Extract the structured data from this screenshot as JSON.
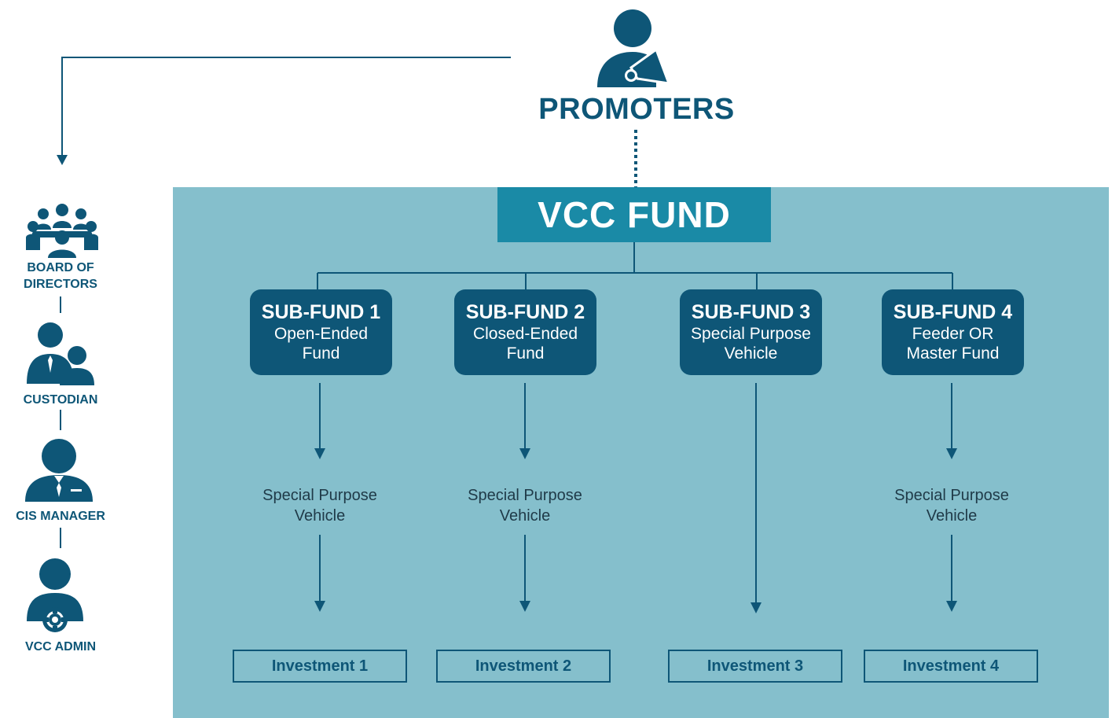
{
  "promoters": {
    "label": "PROMOTERS"
  },
  "vcc_fund": {
    "label": "VCC FUND"
  },
  "sub_funds": [
    {
      "title": "SUB-FUND 1",
      "desc1": "Open-Ended",
      "desc2": "Fund",
      "spv1": "Special Purpose",
      "spv2": "Vehicle",
      "investment": "Investment 1"
    },
    {
      "title": "SUB-FUND 2",
      "desc1": "Closed-Ended",
      "desc2": "Fund",
      "spv1": "Special Purpose",
      "spv2": "Vehicle",
      "investment": "Investment 2"
    },
    {
      "title": "SUB-FUND 3",
      "desc1": "Special Purpose",
      "desc2": "Vehicle",
      "investment": "Investment 3"
    },
    {
      "title": "SUB-FUND 4",
      "desc1": "Feeder OR",
      "desc2": "Master Fund",
      "spv1": "Special Purpose",
      "spv2": "Vehicle",
      "investment": "Investment 4"
    }
  ],
  "roles": [
    {
      "label1": "BOARD OF",
      "label2": "DIRECTORS",
      "icon": "board-meeting-icon"
    },
    {
      "label1": "CUSTODIAN",
      "icon": "custodian-icon"
    },
    {
      "label1": "CIS MANAGER",
      "icon": "manager-icon"
    },
    {
      "label1": "VCC ADMIN",
      "icon": "admin-gear-icon"
    }
  ],
  "colors": {
    "dark": "#0e5677",
    "accent": "#1a8aa6",
    "panel": "#85bfcc"
  }
}
